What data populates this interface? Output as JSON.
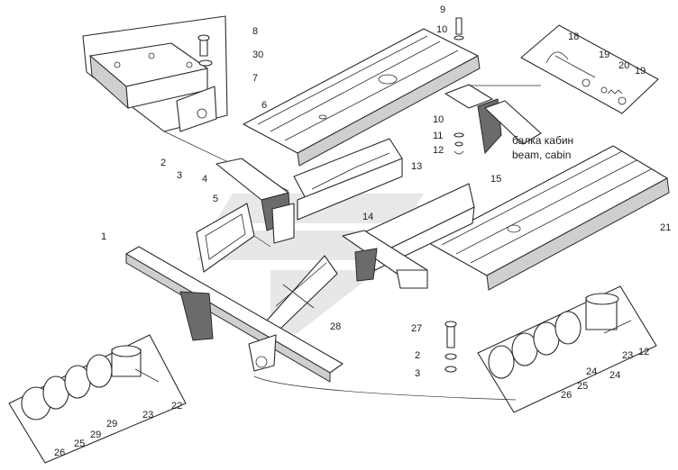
{
  "labels": {
    "n1": "1",
    "n2a": "2",
    "n3a": "3",
    "n4": "4",
    "n5": "5",
    "n6": "6",
    "n7": "7",
    "n8": "8",
    "n30": "30",
    "n9": "9",
    "n10a": "10",
    "n10b": "10",
    "n11": "11",
    "n12a": "12",
    "n13": "13",
    "n14": "14",
    "n15": "15",
    "n18": "18",
    "n19a": "19",
    "n20": "20",
    "n19b": "19",
    "n21": "21",
    "n28": "28",
    "n27": "27",
    "n2b": "2",
    "n3b": "3",
    "n22": "22",
    "n23a": "23",
    "n29a": "29",
    "n29b": "29",
    "n25a": "25",
    "n26a": "26",
    "n23b": "23",
    "n12b": "12",
    "n24a": "24",
    "n24b": "24",
    "n25b": "25",
    "n26b": "26"
  },
  "caption_ru": "балка кабин",
  "caption_en": "beam, cabin",
  "colors": {
    "line": "#2a2a2a",
    "watermark": "#bdbdbd",
    "shade": "#cfcfcf"
  }
}
